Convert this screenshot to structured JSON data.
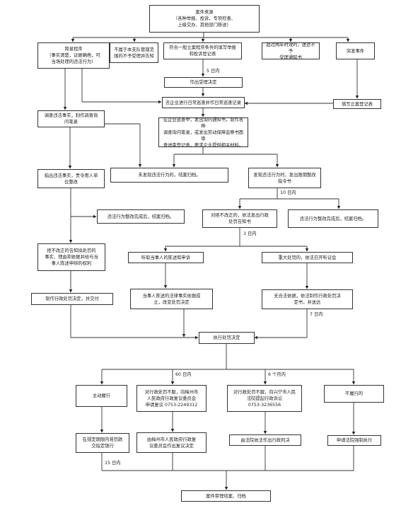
{
  "nodes": {
    "source": "案件来源\n（各种举报、投诉、专项检查、\n上级交办、其他部门移送）",
    "simple": "简易程序\n（事实清楚，证据确凿，可\n当场处理的违法行为）",
    "not_scope": "不属于本支队管辖范\n围的不予受理并告知",
    "general": "符合一般立案程序条件的填写举报\n和投诉登记表",
    "over_two_years": "超过两年时效的，送达不予\n受理通知书",
    "sudden": "突发事件",
    "accept_decision": "作出受理决定",
    "daily_record": "去企业进行日常巡查并作日常巡查记录",
    "fill_case": "填写立案登记表",
    "investigate_notice": "调查违法事实，制作调查询\n问笔录",
    "inspection": "在企业巡查中，发出询问通知书，制作各种\n调查询问笔录，或发出劳动保障监察书面审\n查送审登记表，要求企业提供相关材料。",
    "point_out": "指出违法事实，责令用人单\n位整改",
    "no_violation": "未发现违法行为的，结案归档。",
    "found_violation": "发现违法行为时，发出限期整改\n指令书",
    "rectified_left": "违法行为整改完成后，结案归档。",
    "refuse_rectify": "对拒不改正的，依法发出行政\n处罚告知书",
    "rectified_right": "违法行为整改完成后，结案归档。",
    "notify_rights": "拒不改正的告知拟处罚的\n事实、理由和依据并给与当\n事人陈述申辩的权利",
    "hear_statement": "听取当事人的陈述和申诉",
    "major_penalty": "重大处罚的，依法召开听证会",
    "make_decision": "制作行政处罚决定，并交付",
    "facts_hold": "当事人陈述的法律事实依据成\n立，改变处罚决定",
    "no_legal_basis": "无合法依据，依法制作行政处罚决\n定书，并送达",
    "execute": "执行处罚决定",
    "voluntary": "主动履行",
    "review": "对行政处罚不服，向梅州市\n人民政府行政复议委员会\n申请复议  0753-2249312",
    "lawsuit": "对行政处罚不服，向兴宁市人民\n法院提起行政诉讼\n0753-3236556",
    "not_perform": "不履行的",
    "pay_bank": "在规定期限内将罚款\n交指定银行",
    "review_decision": "由梅州市人民政府行政复\n议委员会作出复议决定",
    "court_ruling": "由法院依法作出行政判决",
    "apply_enforce": "申请法院强制执行",
    "close_case": "案件审理结案、归档"
  },
  "edge_labels": {
    "days5": "5 日内",
    "days10": "10 日内",
    "days3": "3 日内",
    "days7": "7 日内",
    "days60": "60 日内",
    "months6": "6 个月内",
    "days15": "15 日内"
  }
}
